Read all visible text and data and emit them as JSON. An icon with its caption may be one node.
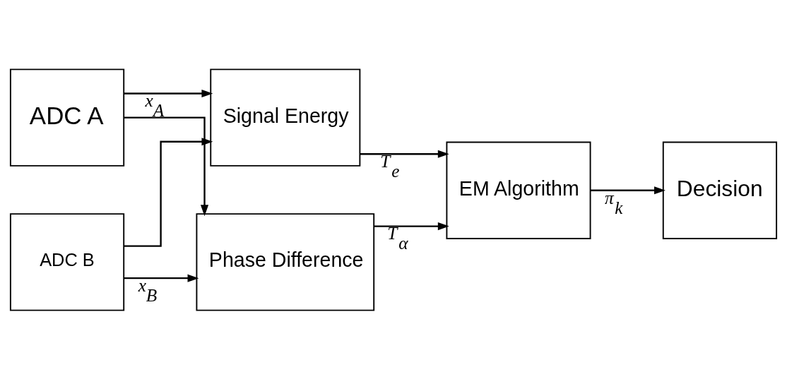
{
  "diagram": {
    "nodes": [
      {
        "text": [
          "ADC A"
        ]
      },
      {
        "text": [
          "ADC B"
        ]
      },
      {
        "text": [
          "Signal Energy"
        ]
      },
      {
        "text": [
          "Phase Difference"
        ]
      },
      {
        "text": [
          "EM Algorithm"
        ]
      },
      {
        "text": [
          "Decision"
        ]
      }
    ],
    "edges": [
      {
        "from": 0,
        "to": 2,
        "arrow": "to",
        "label": "x$_{A}$"
      },
      {
        "from": 0,
        "to": 3,
        "arrow": "to"
      },
      {
        "from": 1,
        "to": 2,
        "arrow": "to"
      },
      {
        "from": 1,
        "to": 3,
        "arrow": "to",
        "label": "x$_{B}$"
      },
      {
        "from": 2,
        "to": 4,
        "arrow": "to",
        "label": "T$_{e}$"
      },
      {
        "from": 3,
        "to": 4,
        "arrow": "to",
        "label": "T$_{α}$"
      },
      {
        "from": 4,
        "to": 5,
        "arrow": "to",
        "label": "π$_{k}$"
      }
    ]
  }
}
